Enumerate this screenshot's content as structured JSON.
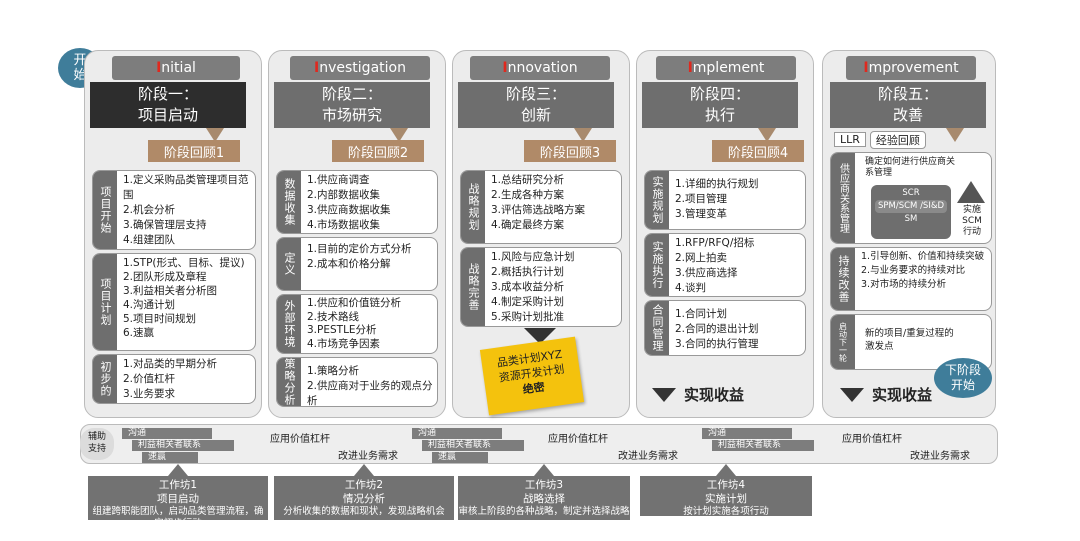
{
  "start_label": "开始",
  "next_label": "下阶段开始",
  "stages": [
    {
      "word_first": "I",
      "word_rest": "nitial",
      "title1": "阶段一：",
      "title2": "项目启动",
      "review": "阶段回顾1"
    },
    {
      "word_first": "I",
      "word_rest": "nvestigation",
      "title1": "阶段二：",
      "title2": "市场研究",
      "review": "阶段回顾2"
    },
    {
      "word_first": "I",
      "word_rest": "nnovation",
      "title1": "阶段三：",
      "title2": "创新",
      "review": "阶段回顾3"
    },
    {
      "word_first": "I",
      "word_rest": "mplement",
      "title1": "阶段四：",
      "title2": "执行",
      "review": "阶段回顾4"
    },
    {
      "word_first": "I",
      "word_rest": "mprovement",
      "title1": "阶段五：",
      "title2": "改善",
      "review": "LLR",
      "review2": "经验回顾"
    }
  ],
  "s1": {
    "b1": {
      "label": "项目开始",
      "items": [
        "1.定义采购品类管理项目范围",
        "2.机会分析",
        "3.确保管理层支持",
        "4.组建团队"
      ]
    },
    "b2": {
      "label": "项目计划",
      "items": [
        "1.STP(形式、目标、提议)",
        "2.团队形成及章程",
        "3.利益相关者分析图",
        "4.沟通计划",
        "5.项目时间规划",
        "6.速赢"
      ]
    },
    "b3": {
      "label": "初步的",
      "items": [
        "1.对品类的早期分析",
        "2.价值杠杆",
        "3.业务要求"
      ]
    }
  },
  "s2": {
    "b1": {
      "label": "数据收集",
      "items": [
        "1.供应商调查",
        "2.内部数据收集",
        "3.供应商数据收集",
        "4.市场数据收集"
      ]
    },
    "b2": {
      "label": "定义",
      "items": [
        "1.目前的定价方式分析",
        "2.成本和价格分解"
      ]
    },
    "b3": {
      "label": "外部环境",
      "items": [
        "1.供应和价值链分析",
        "2.技术路线",
        "3.PESTLE分析",
        "4.市场竞争因素"
      ]
    },
    "b4": {
      "label": "策略分析",
      "items": [
        "1.策略分析",
        "2.供应商对于业务的观点分析"
      ]
    }
  },
  "s3": {
    "b1": {
      "label": "战略规划",
      "items": [
        "1.总结研究分析",
        "2.生成各种方案",
        "3.评估筛选战略方案",
        "4.确定最终方案"
      ]
    },
    "b2": {
      "label": "战略完善",
      "items": [
        "1.风险与应急计划",
        "2.概括执行计划",
        "3.成本收益分析",
        "4.制定采购计划",
        "5.采购计划批准"
      ]
    },
    "sticky": [
      "品类计划XYZ",
      "资源开发计划",
      "绝密"
    ]
  },
  "s4": {
    "b1": {
      "label": "实施规划",
      "items": [
        "1.详细的执行规划",
        "2.项目管理",
        "3.管理变革"
      ]
    },
    "b2": {
      "label": "实施执行",
      "items": [
        "1.RFP/RFQ/招标",
        "2.网上拍卖",
        "3.供应商选择",
        "4.谈判"
      ]
    },
    "b3": {
      "label": "合同管理",
      "items": [
        "1.合同计划",
        "2.合同的退出计划",
        "3.合同的执行管理"
      ]
    },
    "result": "实现收益"
  },
  "s5": {
    "b1": {
      "label": "供应商关系管理",
      "items": [
        "确定如何进行供应商关系管理"
      ],
      "layers": [
        "SCR",
        "SPM/SCM /SI&D",
        "SM"
      ],
      "side": [
        "实施",
        "SCM",
        "行动"
      ]
    },
    "b2": {
      "label": "持续改善",
      "items": [
        "1.引导创新、价值和持续突破",
        "2.与业务要求的持续对比",
        "3.对市场的持续分析"
      ]
    },
    "b3": {
      "label": "启动下一轮",
      "items": [
        "新的项目/重复过程的激发点"
      ]
    },
    "result": "实现收益"
  },
  "support": {
    "label": "辅助支持",
    "bars": [
      "沟通",
      "利益相关者联系",
      "速赢"
    ],
    "apply": "应用价值杠杆",
    "improve": "改进业务需求"
  },
  "workshops": [
    {
      "title": "工作坊1",
      "sub": "项目启动",
      "desc": "组建跨职能团队，启动品类管理流程，确定初步行动"
    },
    {
      "title": "工作坊2",
      "sub": "情况分析",
      "desc": "分析收集的数据和现状，发现战略机会"
    },
    {
      "title": "工作坊3",
      "sub": "战略选择",
      "desc": "审核上阶段的各种战略，制定并选择战略"
    },
    {
      "title": "工作坊4",
      "sub": "实施计划",
      "desc": "按计划实施各项行动"
    }
  ]
}
